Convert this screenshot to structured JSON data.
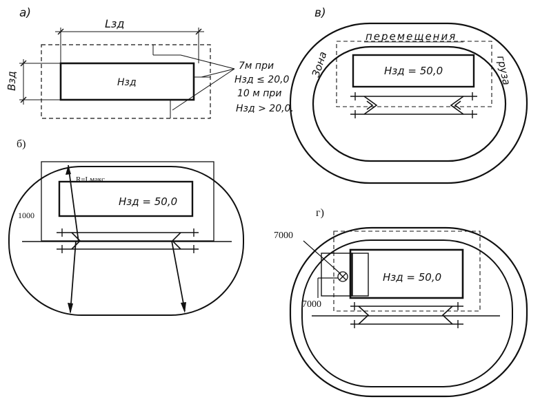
{
  "panels": {
    "a": {
      "label": "а)",
      "length_label": "Lзд",
      "width_label": "Взд",
      "height_label": "Нзд",
      "note_lines": [
        "7м при",
        "Hзд ≤ 20,0",
        "10 м при",
        "Hзд > 20,0."
      ]
    },
    "b": {
      "label": "б)",
      "radius_label": "R=Lмакс",
      "offset_label": "1000",
      "height_label": "Hзд = 50,0"
    },
    "v": {
      "label": "в)",
      "zone_left": "Зона",
      "zone_top": "перемещения",
      "zone_right": "груза",
      "height_label": "Hзд = 50,0"
    },
    "g": {
      "label": "г)",
      "dim_top": "7000",
      "dim_bottom": "7000",
      "height_label": "Hзд = 50,0"
    }
  },
  "colors": {
    "ink": "#111111",
    "paper": "#ffffff"
  }
}
